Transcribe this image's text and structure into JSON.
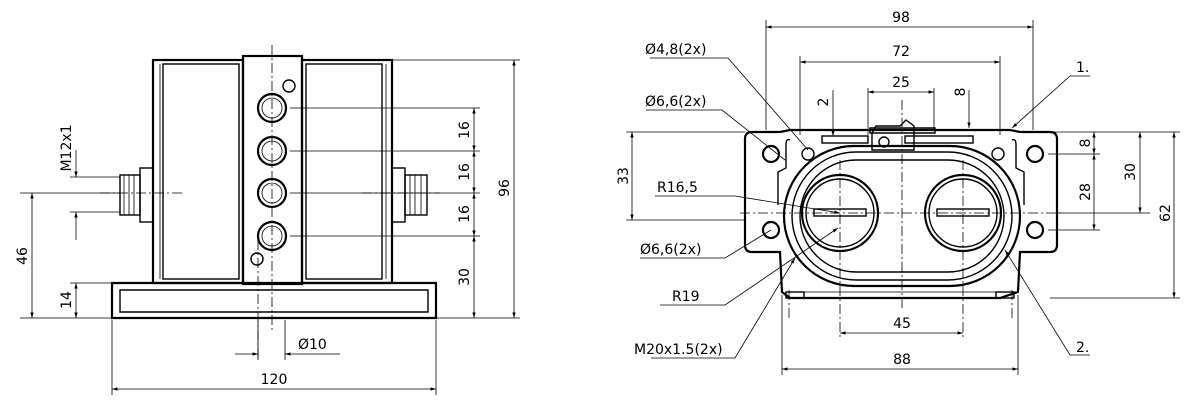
{
  "front_view": {
    "dims": {
      "d96": "96",
      "d16a": "16",
      "d16b": "16",
      "d16c": "16",
      "d30": "30",
      "d46": "46",
      "d14": "14",
      "d120": "120",
      "phi10": "Ø10",
      "m12": "M12x1"
    }
  },
  "side_view": {
    "dims": {
      "d98": "98",
      "d72": "72",
      "d25": "25",
      "d2": "2",
      "d8top": "8",
      "d33": "33",
      "d8r": "8",
      "d30r": "30",
      "d28": "28",
      "d62": "62",
      "d45": "45",
      "d88": "88"
    },
    "callouts": {
      "phi48": "Ø4,8(2x)",
      "phi66a": "Ø6,6(2x)",
      "r165": "R16,5",
      "phi66b": "Ø6,6(2x)",
      "r19": "R19",
      "m20": "M20x1.5(2x)",
      "item1": "1.",
      "item2": "2."
    }
  }
}
